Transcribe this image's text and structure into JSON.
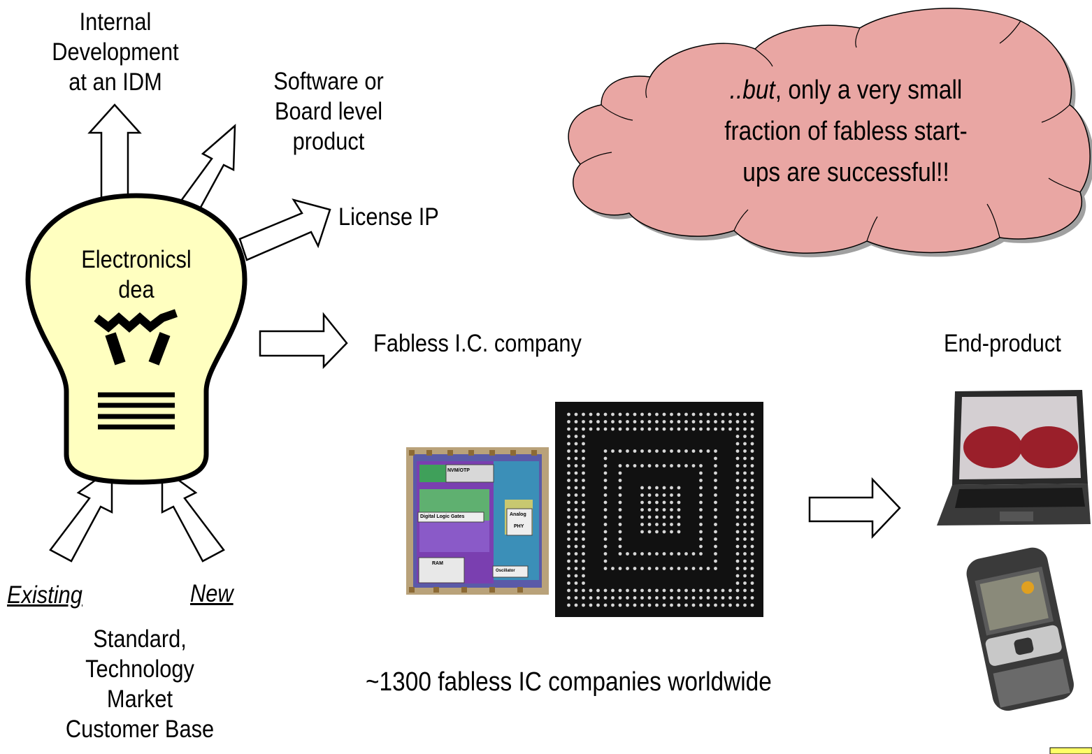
{
  "labels": {
    "internal_dev": [
      "Internal",
      "Development",
      "at an IDM"
    ],
    "software": [
      "Software or",
      "Board level",
      "product"
    ],
    "license": "License IP",
    "bulb": [
      "Electronicsl",
      "dea"
    ],
    "fabless": "Fabless I.C. company",
    "end_product": "End-product",
    "existing": "Existing",
    "new": "New",
    "inputs": [
      "Standard,",
      "Technology",
      "Market",
      "Customer Base"
    ],
    "count": "~1300 fabless IC companies worldwide"
  },
  "cloud": {
    "emph": "..but",
    "rest_line1": ", only a very small",
    "line2": "fraction of fabless start-",
    "line3": "ups are successful!!"
  },
  "die_labels": {
    "nvm": "NVM/OTP",
    "logic": "Digital Logic Gates",
    "analog": "Analog",
    "phy": "PHY",
    "ram": "RAM",
    "osc": "Oscillator"
  },
  "colors": {
    "bulb": "#ffffc0",
    "cloud": "#e9a6a3",
    "cloud_shadow": "#a0a0a0"
  }
}
